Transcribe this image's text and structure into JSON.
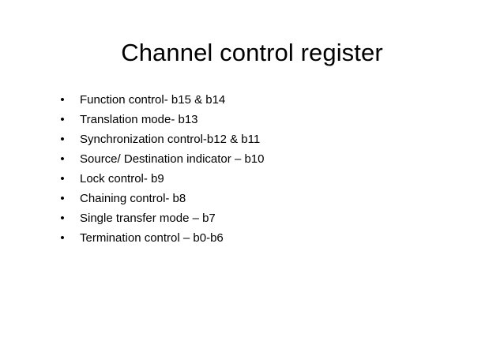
{
  "slide": {
    "title": "Channel control register",
    "background_color": "#ffffff",
    "text_color": "#000000",
    "bullet_glyph": "•",
    "bullets": [
      {
        "text": "Function control- b15 & b14"
      },
      {
        "text": "Translation mode- b13"
      },
      {
        "text": "Synchronization control-b12 & b11"
      },
      {
        "text": "Source/ Destination indicator – b10"
      },
      {
        "text": "Lock control- b9"
      },
      {
        "text": "Chaining control- b8"
      },
      {
        "text": "Single transfer mode – b7"
      },
      {
        "text": "Termination control – b0-b6"
      }
    ]
  }
}
